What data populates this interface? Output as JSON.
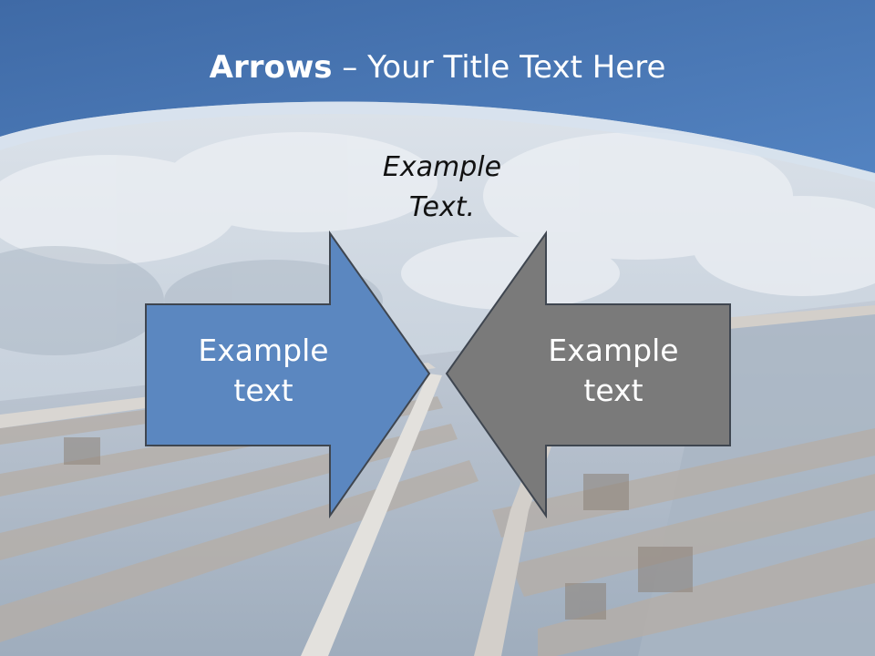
{
  "slide": {
    "title_bold": "Arrows",
    "title_rest": " – Your Title Text Here",
    "caption_line1": "Example",
    "caption_line2": "Text.",
    "left_arrow_line1": "Example",
    "left_arrow_line2": "text",
    "right_arrow_line1": "Example",
    "right_arrow_line2": "text"
  },
  "colors": {
    "header_blue": "#4a74ad",
    "left_arrow_fill": "#5b87c0",
    "right_arrow_fill": "#7a7a7a",
    "arrow_stroke": "#3f4650",
    "title_text": "#ffffff"
  }
}
